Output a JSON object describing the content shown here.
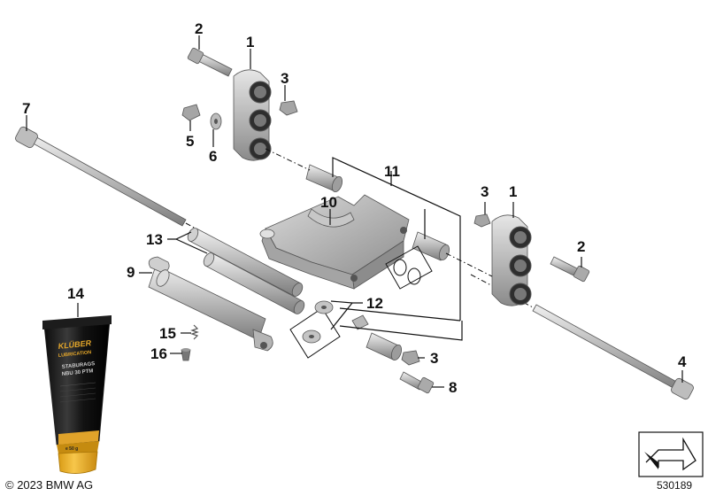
{
  "callouts": {
    "c1a": "1",
    "c1b": "1",
    "c2a": "2",
    "c2b": "2",
    "c3a": "3",
    "c3b": "3",
    "c3c": "3",
    "c4": "4",
    "c5": "5",
    "c6": "6",
    "c7": "7",
    "c8": "8",
    "c9": "9",
    "c10": "10",
    "c11": "11",
    "c12": "12",
    "c13": "13",
    "c14": "14",
    "c15": "15",
    "c16": "16"
  },
  "tube_label": {
    "brand_line1": "KLÜBER",
    "brand_line2": "LUBRICATION",
    "product_line1": "STABURAGS",
    "product_line2": "NBU 30 PTM",
    "net": "e 50 g"
  },
  "footer": {
    "copyright": "© 2023 BMW AG",
    "doc_number": "530189"
  },
  "colors": {
    "metal_light": "#d6d6d6",
    "metal_mid": "#a9a9a9",
    "metal_dark": "#6e6e6e",
    "tube_body": "#141414",
    "tube_cap": "#f2b52b",
    "tube_label": "#e8a82a"
  }
}
